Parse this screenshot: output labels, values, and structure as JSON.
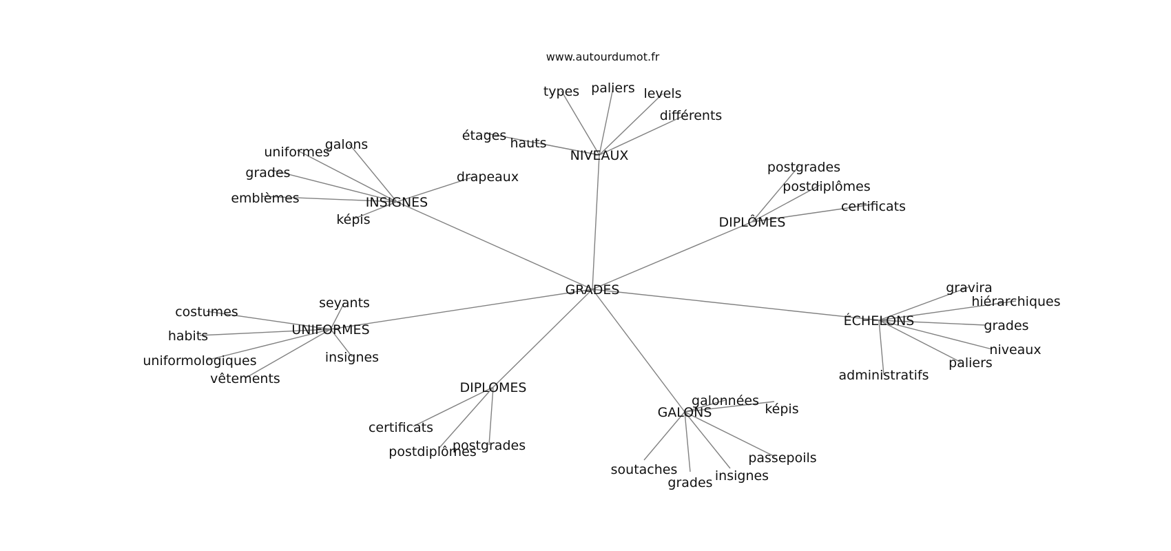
{
  "source": "www.autourdumot.fr",
  "colors": {
    "edge": "#808080",
    "text": "#111111",
    "background": "#ffffff"
  },
  "graph": {
    "center": "GRADES",
    "clusters": [
      {
        "label": "NIVEAUX",
        "leaves": [
          "types",
          "paliers",
          "levels",
          "différents",
          "étages",
          "hauts"
        ]
      },
      {
        "label": "INSIGNES",
        "leaves": [
          "galons",
          "uniformes",
          "grades",
          "emblèmes",
          "képis",
          "drapeaux"
        ]
      },
      {
        "label": "DIPLÔMES",
        "leaves": [
          "postgrades",
          "postdiplômes",
          "certificats"
        ]
      },
      {
        "label": "UNIFORMES",
        "leaves": [
          "costumes",
          "seyants",
          "habits",
          "uniformologiques",
          "vêtements",
          "insignes"
        ]
      },
      {
        "label": "ÉCHELONS",
        "leaves": [
          "gravira",
          "hiérarchiques",
          "grades",
          "niveaux",
          "paliers",
          "administratifs"
        ]
      },
      {
        "label": "DIPLOMES",
        "leaves": [
          "certificats",
          "postdiplômes",
          "postgrades"
        ]
      },
      {
        "label": "GALONS",
        "leaves": [
          "galonnées",
          "képis",
          "passepoils",
          "soutaches",
          "grades",
          "insignes"
        ]
      }
    ]
  }
}
